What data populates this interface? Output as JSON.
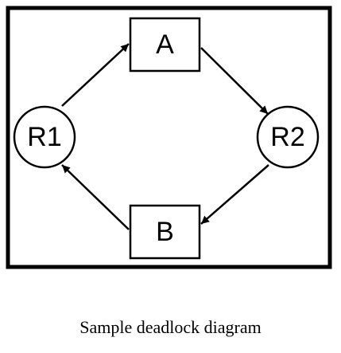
{
  "diagram": {
    "nodes": {
      "a": {
        "label": "A"
      },
      "b": {
        "label": "B"
      },
      "r1": {
        "label": "R1"
      },
      "r2": {
        "label": "R2"
      }
    },
    "edges": [
      {
        "from": "R1",
        "to": "A"
      },
      {
        "from": "A",
        "to": "R2"
      },
      {
        "from": "R2",
        "to": "B"
      },
      {
        "from": "B",
        "to": "R1"
      }
    ]
  },
  "caption": "Sample deadlock diagram",
  "colors": {
    "stroke": "#000000",
    "background": "#ffffff"
  }
}
